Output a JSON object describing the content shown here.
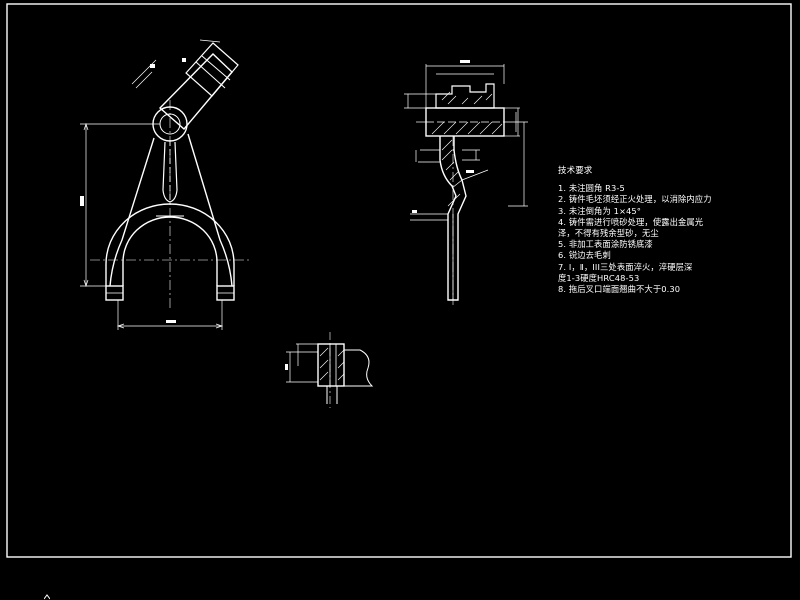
{
  "drawing": {
    "background_color": "#000000",
    "line_color": "#ffffff"
  },
  "technical_requirements": {
    "title": "技术要求",
    "items": [
      "1. 未注圆角 R3-5",
      "2. 铸件毛坯须经正火处理，以消除内应力",
      "3. 未注倒角为 1×45°",
      "4. 铸件需进行喷砂处理，使露出金属光",
      "泽，不得有残余型砂，无尘",
      "5. 非加工表面涂防锈底漆",
      "6. 锐边去毛刺",
      "7. Ⅰ，Ⅱ，ⅠⅠⅠ三处表面淬火，淬硬层深",
      "度1-3硬度HRC48-53",
      "8. 拖后叉口端面翘曲不大于0.30"
    ]
  }
}
